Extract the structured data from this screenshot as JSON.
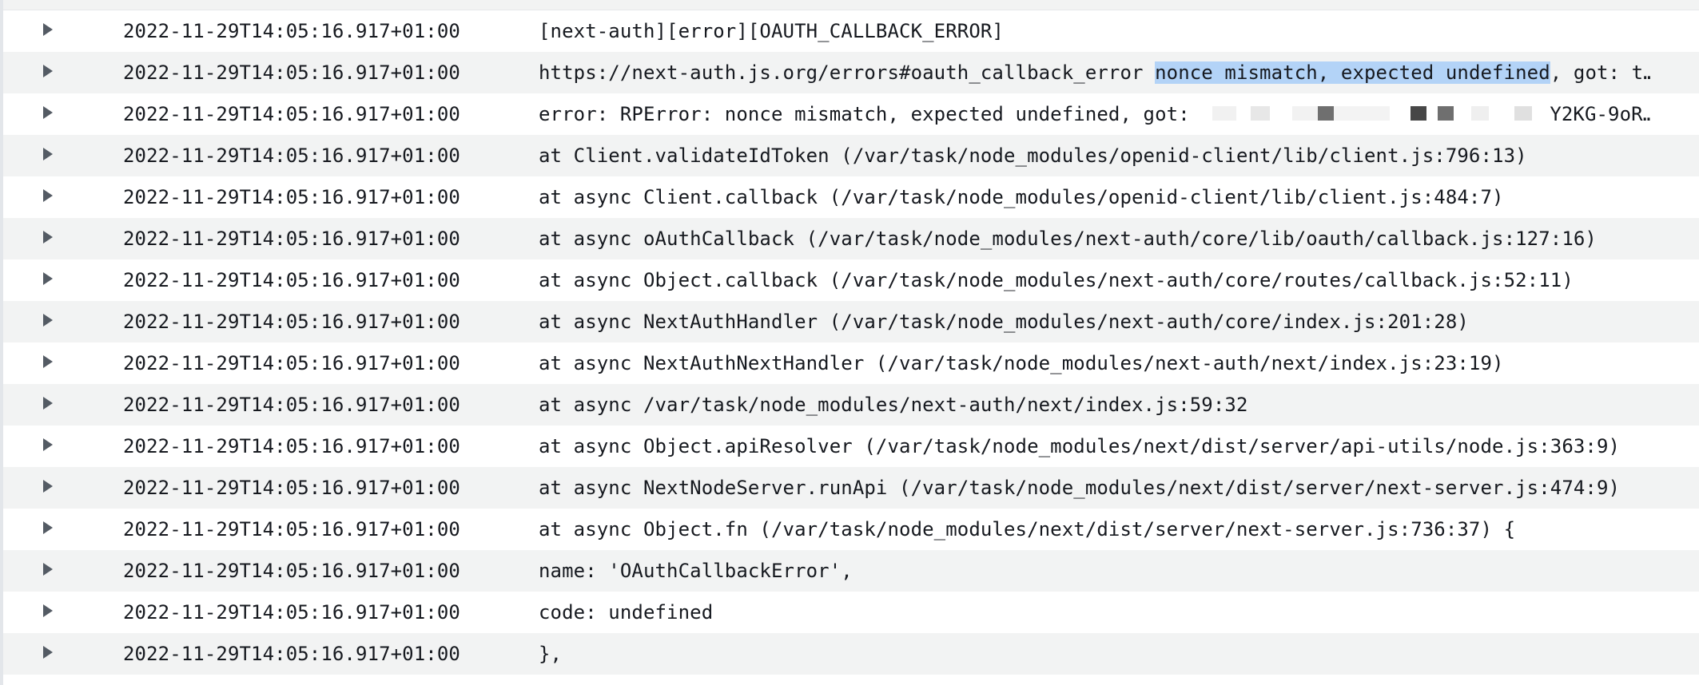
{
  "log": {
    "rows": [
      {
        "timestamp": "2022-11-29T14:05:16.917+01:00",
        "message": "[next-auth][error][OAUTH_CALLBACK_ERROR]"
      },
      {
        "timestamp": "2022-11-29T14:05:16.917+01:00",
        "message_pre": "https://next-auth.js.org/errors#oauth_callback_error ",
        "message_highlight": "nonce mismatch, expected undefined",
        "message_post": ", got: t…"
      },
      {
        "timestamp": "2022-11-29T14:05:16.917+01:00",
        "message_pre": "error: RPError: nonce mismatch, expected undefined, got: ",
        "message_post": "Y2KG-9oR…"
      },
      {
        "timestamp": "2022-11-29T14:05:16.917+01:00",
        "message": "at Client.validateIdToken (/var/task/node_modules/openid-client/lib/client.js:796:13)"
      },
      {
        "timestamp": "2022-11-29T14:05:16.917+01:00",
        "message": "at async Client.callback (/var/task/node_modules/openid-client/lib/client.js:484:7)"
      },
      {
        "timestamp": "2022-11-29T14:05:16.917+01:00",
        "message": "at async oAuthCallback (/var/task/node_modules/next-auth/core/lib/oauth/callback.js:127:16)"
      },
      {
        "timestamp": "2022-11-29T14:05:16.917+01:00",
        "message": "at async Object.callback (/var/task/node_modules/next-auth/core/routes/callback.js:52:11)"
      },
      {
        "timestamp": "2022-11-29T14:05:16.917+01:00",
        "message": "at async NextAuthHandler (/var/task/node_modules/next-auth/core/index.js:201:28)"
      },
      {
        "timestamp": "2022-11-29T14:05:16.917+01:00",
        "message": "at async NextAuthNextHandler (/var/task/node_modules/next-auth/next/index.js:23:19)"
      },
      {
        "timestamp": "2022-11-29T14:05:16.917+01:00",
        "message": "at async /var/task/node_modules/next-auth/next/index.js:59:32"
      },
      {
        "timestamp": "2022-11-29T14:05:16.917+01:00",
        "message": "at async Object.apiResolver (/var/task/node_modules/next/dist/server/api-utils/node.js:363:9)"
      },
      {
        "timestamp": "2022-11-29T14:05:16.917+01:00",
        "message": "at async NextNodeServer.runApi (/var/task/node_modules/next/dist/server/next-server.js:474:9)"
      },
      {
        "timestamp": "2022-11-29T14:05:16.917+01:00",
        "message": "at async Object.fn (/var/task/node_modules/next/dist/server/next-server.js:736:37) {"
      },
      {
        "timestamp": "2022-11-29T14:05:16.917+01:00",
        "message": "name: 'OAuthCallbackError',"
      },
      {
        "timestamp": "2022-11-29T14:05:16.917+01:00",
        "message": "code: undefined"
      },
      {
        "timestamp": "2022-11-29T14:05:16.917+01:00",
        "message": "},"
      }
    ]
  },
  "icons": {
    "expand": "caret-right-icon"
  },
  "colors": {
    "stripe": "#f2f3f3",
    "highlight": "#b3d3f7",
    "text": "#16191f",
    "caret": "#545b64"
  }
}
